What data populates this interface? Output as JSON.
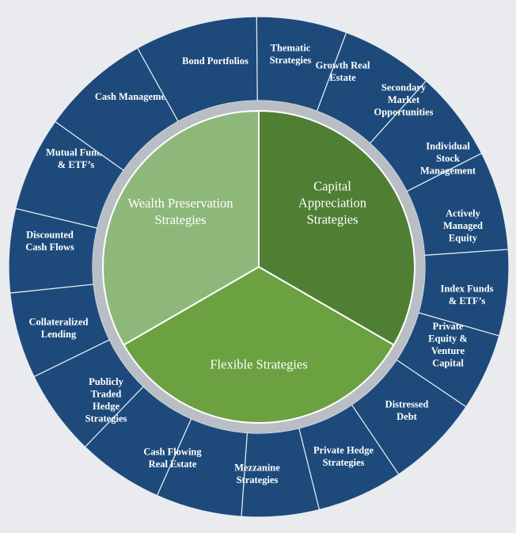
{
  "colors": {
    "background": "#e9ebee",
    "outer_ring": "#1d4a7b",
    "outer_ring_separator": "#e6ebf2",
    "inner_ring": "#b9bec5",
    "wealth_preservation": "#8db87a",
    "capital_appreciation": "#4f7f33",
    "flexible": "#6ca141",
    "sector_divider": "#ffffff"
  },
  "inner_sectors": [
    {
      "id": "capital",
      "label_lines": [
        "Capital",
        "Appreciation",
        "Strategies"
      ]
    },
    {
      "id": "flexible",
      "label_lines": [
        "Flexible Strategies"
      ]
    },
    {
      "id": "wealth",
      "label_lines": [
        "Wealth Preservation",
        "Strategies"
      ]
    }
  ],
  "outer_segments": [
    {
      "label_lines": [
        "Thematic",
        "Strategies"
      ]
    },
    {
      "label_lines": [
        "Growth Real",
        "Estate"
      ]
    },
    {
      "label_lines": [
        "Secondary",
        "Market",
        "Opportunities"
      ]
    },
    {
      "label_lines": [
        "Individual",
        "Stock",
        "Management"
      ]
    },
    {
      "label_lines": [
        "Actively",
        "Managed",
        "Equity"
      ]
    },
    {
      "label_lines": [
        "Index Funds",
        "& ETF’s"
      ]
    },
    {
      "label_lines": [
        "Private",
        "Equity &",
        "Venture",
        "Capital"
      ]
    },
    {
      "label_lines": [
        "Distressed",
        "Debt"
      ]
    },
    {
      "label_lines": [
        "Private Hedge",
        "Strategies"
      ]
    },
    {
      "label_lines": [
        "Mezzanine",
        "Strategies"
      ]
    },
    {
      "label_lines": [
        "Cash Flowing",
        "Real Estate"
      ]
    },
    {
      "label_lines": [
        "Publicly",
        "Traded",
        "Hedge",
        "Strategies"
      ]
    },
    {
      "label_lines": [
        "Collateralized",
        "Lending"
      ]
    },
    {
      "label_lines": [
        "Discounted",
        "Cash Flows"
      ]
    },
    {
      "label_lines": [
        "Mutual Funds",
        "& ETF’s"
      ]
    },
    {
      "label_lines": [
        "Cash Management"
      ]
    },
    {
      "label_lines": [
        "Bond Portfolios"
      ]
    }
  ]
}
